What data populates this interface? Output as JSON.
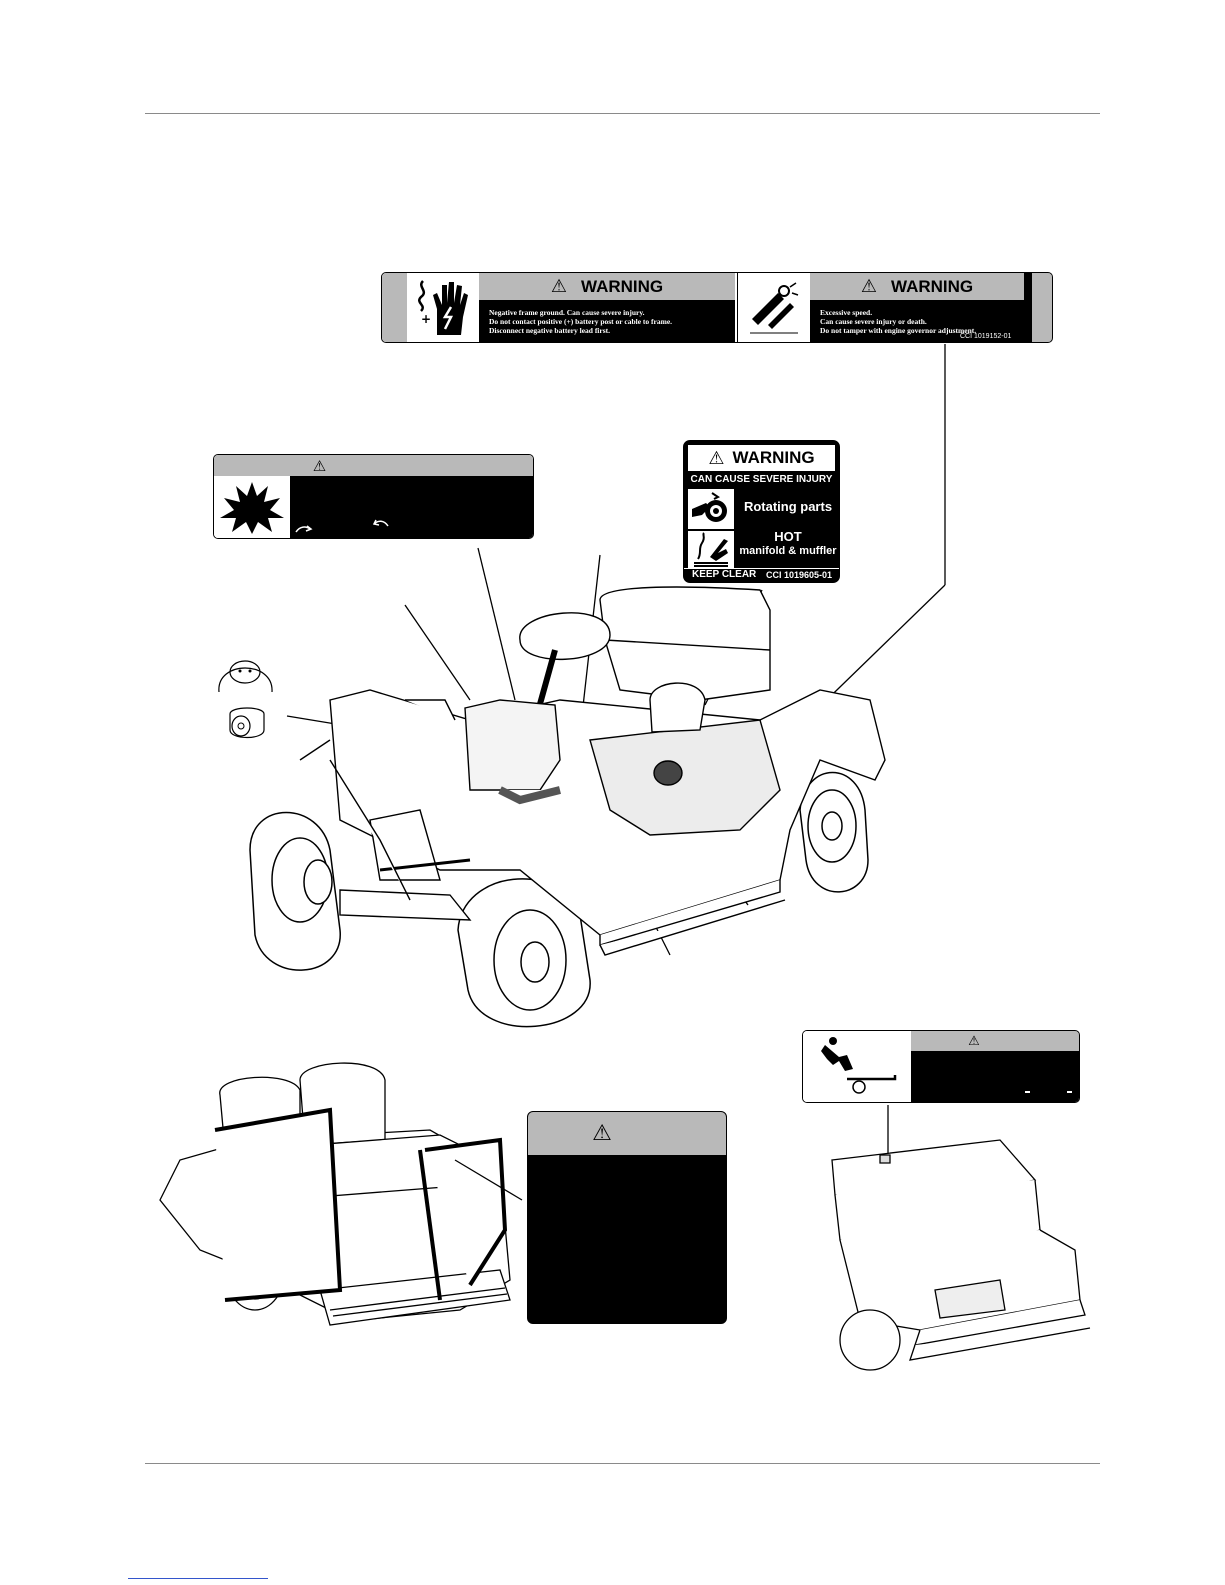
{
  "colors": {
    "rule": "#8a8a8a",
    "label_gray": "#b9b9b9",
    "label_black": "#000000",
    "link": "#3355cc"
  },
  "top_label": {
    "left": {
      "header": "WARNING",
      "lines": [
        "Negative frame ground.  Can cause severe injury.",
        "Do not contact positive (+) battery post or cable to frame.",
        "Disconnect negative battery lead first."
      ],
      "icon": "electric-shock-hand-icon"
    },
    "right": {
      "header": "WARNING",
      "lines": [
        "Excessive speed.",
        "Can cause severe injury or death.",
        "Do not tamper with engine governor adjustment."
      ],
      "code": "CCI 1019152-01",
      "icon": "governor-tamper-icon"
    }
  },
  "explosion_label": {
    "icon": "explosion-icon"
  },
  "engine_label": {
    "header": "WARNING",
    "subheader": "CAN CAUSE SEVERE INJURY",
    "rotating": "Rotating parts",
    "hot_1": "HOT",
    "hot_2": "manifold & muffler",
    "keep_clear": "KEEP CLEAR",
    "code": "CCI 1019605-01",
    "icons": [
      "rotating-parts-hand-icon",
      "hot-surface-hand-icon"
    ]
  },
  "fall_label": {
    "icon": "person-falling-icon"
  }
}
